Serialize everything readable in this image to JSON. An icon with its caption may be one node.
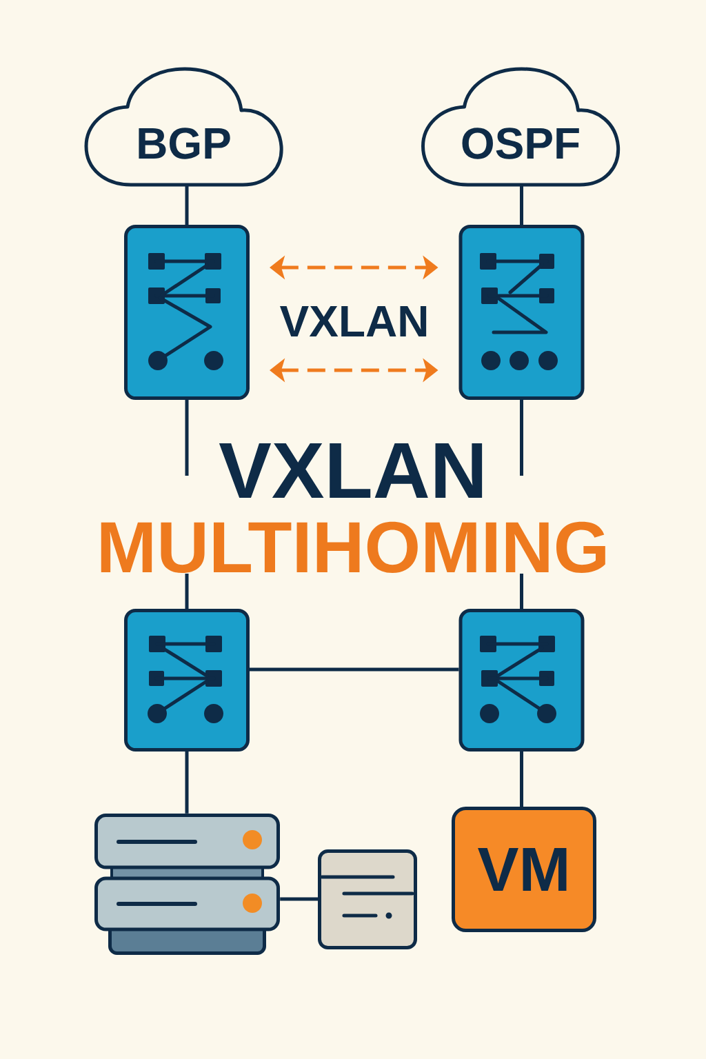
{
  "diagram": {
    "title": "VXLAN MULTIHOMING",
    "nodes": [
      {
        "text": [
          "BGP"
        ]
      },
      {
        "text": [
          "OSPF"
        ]
      },
      {
        "text": [],
        "shape": "box"
      },
      {
        "text": [],
        "shape": "box"
      },
      {
        "text": [],
        "shape": "box"
      },
      {
        "text": [],
        "shape": "box"
      },
      {
        "text": [],
        "shape": "picture"
      },
      {
        "text": [],
        "shape": "box"
      },
      {
        "text": [
          "VM"
        ]
      }
    ],
    "edges": [
      {
        "from": 0,
        "to": 2,
        "arrow": "none"
      },
      {
        "from": 1,
        "to": 3,
        "arrow": "none"
      },
      {
        "from": 2,
        "to": 3,
        "arrow": "both",
        "style": "dashed",
        "color": "#ef7b1e"
      },
      {
        "from": 2,
        "to": 3,
        "arrow": "both",
        "style": "dashed",
        "color": "#ef7b1e"
      },
      {
        "from": 2,
        "to": 4,
        "arrow": "none"
      },
      {
        "from": 3,
        "to": 5,
        "arrow": "none"
      },
      {
        "from": 4,
        "to": 5,
        "arrow": "none"
      },
      {
        "from": 4,
        "to": 6,
        "arrow": "none"
      },
      {
        "from": 5,
        "to": 8,
        "arrow": "none"
      },
      {
        "from": 6,
        "to": 7,
        "arrow": "none"
      }
    ],
    "labels": [
      "VXLAN"
    ]
  }
}
